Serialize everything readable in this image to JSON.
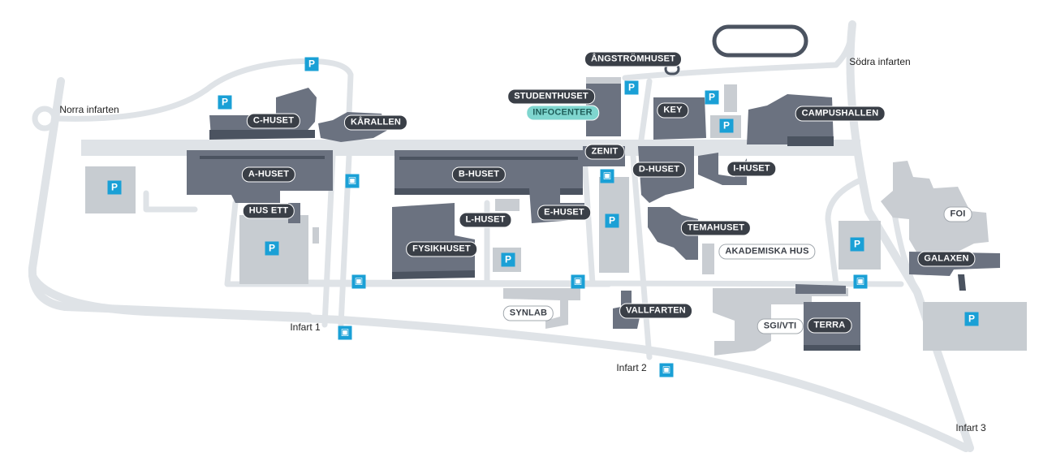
{
  "buildings": [
    {
      "id": "angstromhuset",
      "label": "ÅNGSTRÖMHUSET",
      "style": "dark"
    },
    {
      "id": "studenthuset",
      "label": "STUDENTHUSET",
      "style": "dark"
    },
    {
      "id": "infocenter",
      "label": "INFOCENTER",
      "style": "info"
    },
    {
      "id": "key",
      "label": "KEY",
      "style": "dark"
    },
    {
      "id": "campushallen",
      "label": "CAMPUSHALLEN",
      "style": "dark"
    },
    {
      "id": "c-huset",
      "label": "C-HUSET",
      "style": "dark"
    },
    {
      "id": "karallen",
      "label": "KÅRALLEN",
      "style": "dark"
    },
    {
      "id": "zenit",
      "label": "ZENIT",
      "style": "dark"
    },
    {
      "id": "a-huset",
      "label": "A-HUSET",
      "style": "dark"
    },
    {
      "id": "b-huset",
      "label": "B-HUSET",
      "style": "dark"
    },
    {
      "id": "d-huset",
      "label": "D-HUSET",
      "style": "dark"
    },
    {
      "id": "i-huset",
      "label": "I-HUSET",
      "style": "dark"
    },
    {
      "id": "hus-ett",
      "label": "HUS ETT",
      "style": "dark"
    },
    {
      "id": "l-huset",
      "label": "L-HUSET",
      "style": "dark"
    },
    {
      "id": "e-huset",
      "label": "E-HUSET",
      "style": "dark"
    },
    {
      "id": "fysikhuset",
      "label": "FYSIKHUSET",
      "style": "dark"
    },
    {
      "id": "temahuset",
      "label": "TEMAHUSET",
      "style": "dark"
    },
    {
      "id": "akademiska-hus",
      "label": "AKADEMISKA HUS",
      "style": "light"
    },
    {
      "id": "foi",
      "label": "FOI",
      "style": "light"
    },
    {
      "id": "galaxen",
      "label": "GALAXEN",
      "style": "dark"
    },
    {
      "id": "synlab",
      "label": "SYNLAB",
      "style": "light"
    },
    {
      "id": "vallfarten",
      "label": "VALLFARTEN",
      "style": "dark"
    },
    {
      "id": "sgi-vti",
      "label": "SGI/VTI",
      "style": "light"
    },
    {
      "id": "terra",
      "label": "TERRA",
      "style": "dark"
    }
  ],
  "entrances": [
    {
      "id": "norra-infarten",
      "label": "Norra infarten"
    },
    {
      "id": "sodra-infarten",
      "label": "Södra infarten"
    },
    {
      "id": "infart-1",
      "label": "Infart 1"
    },
    {
      "id": "infart-2",
      "label": "Infart 2"
    },
    {
      "id": "infart-3",
      "label": "Infart 3"
    }
  ],
  "parking_symbol": "P",
  "icons": {
    "parking": "parking-icon",
    "bus": "bus-stop-icon"
  },
  "colors": {
    "road": "#dfe3e7",
    "building": "#6b7280",
    "building_light": "#c9cdd2",
    "label_dark": "#3a3f47",
    "infocenter": "#7fd6cf",
    "icon_blue": "#1aa0d6"
  }
}
